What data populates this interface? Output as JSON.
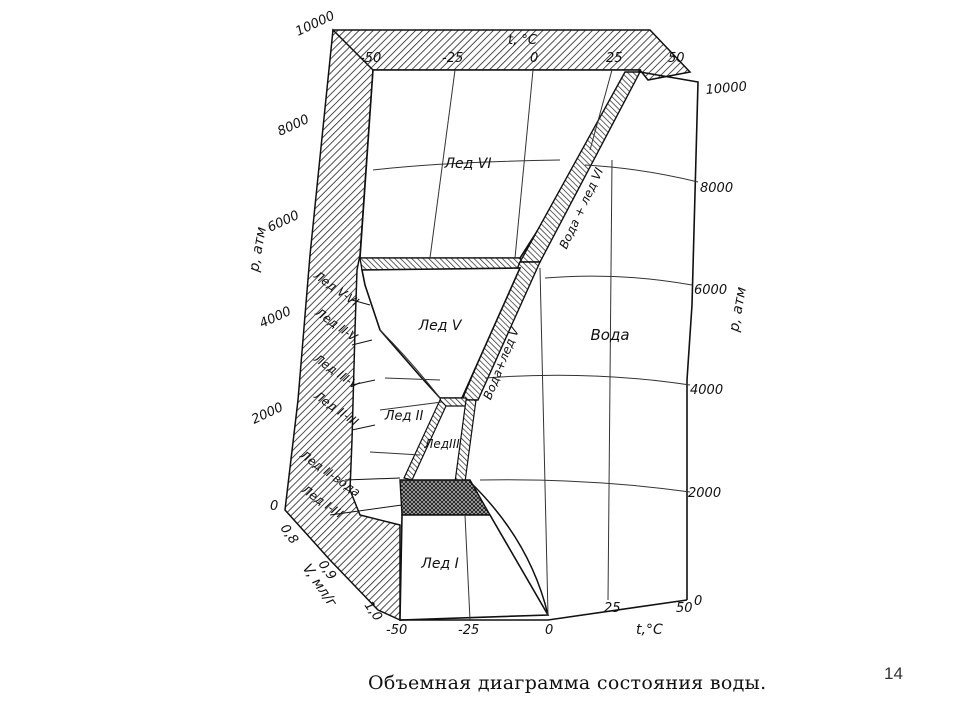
{
  "caption": "Объемная диаграмма состояния воды.",
  "page_number": "14",
  "axes": {
    "left_pressure": {
      "label": "p, атм",
      "ticks": [
        "10000",
        "8000",
        "6000",
        "4000",
        "2000",
        "0"
      ]
    },
    "right_pressure": {
      "label": "p, атм",
      "ticks": [
        "10000",
        "8000",
        "6000",
        "4000",
        "2000",
        "0"
      ]
    },
    "volume": {
      "label": "V, мл/г",
      "ticks": [
        "0,8",
        "0,9",
        "1,0"
      ]
    },
    "temp_top": {
      "label": "t, °C",
      "ticks": [
        "-50",
        "-25",
        "0",
        "25",
        "50"
      ]
    },
    "temp_bottom": {
      "label": "t,°C",
      "ticks": [
        "-50",
        "-25",
        "0",
        "25",
        "50"
      ]
    }
  },
  "regions": {
    "ice_vi": "Лед VI",
    "ice_v": "Лед V",
    "ice_ii": "Лед II",
    "ice_iii": "ЛедIII",
    "ice_i": "Лед I",
    "water": "Вода"
  },
  "bands": {
    "water_ice_vi": "Вода + лед VI",
    "water_ice_v": "Вода+лед V"
  },
  "side_labels": [
    "Лед V-VI",
    "Лед II-V",
    "Лед III-V",
    "Лед II-III",
    "Лед II-вода",
    "Лед I-III"
  ]
}
